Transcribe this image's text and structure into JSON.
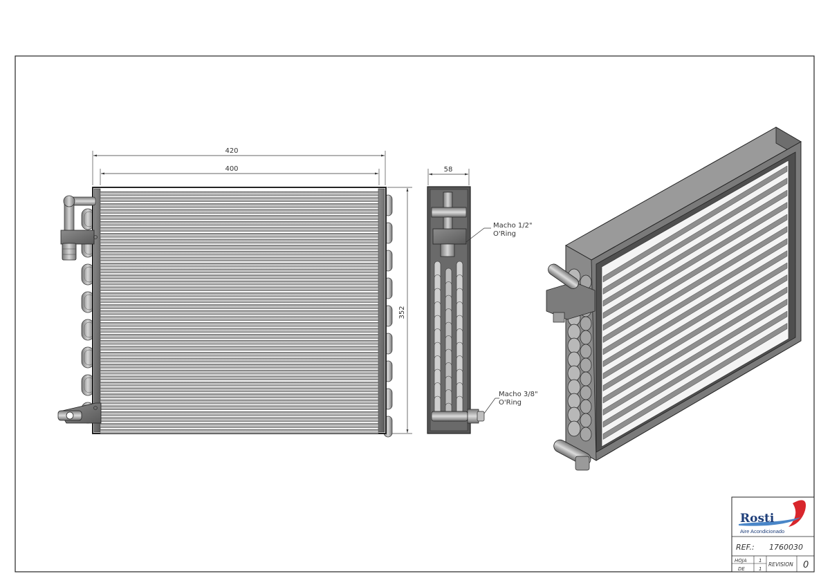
{
  "drawing": {
    "dimensions": {
      "overall_width": "420",
      "core_width": "400",
      "height": "352",
      "depth": "58"
    },
    "notes": {
      "upper_fitting_line1": "Macho 1/2\"",
      "upper_fitting_line2": "O'Ring",
      "lower_fitting_line1": "Macho 3/8\"",
      "lower_fitting_line2": "O'Ring"
    }
  },
  "title_block": {
    "brand": "Rosti",
    "tagline": "Aire Acondicionado",
    "ref_label": "REF.:",
    "ref_value": "1760030",
    "hoja_label": "HOJA",
    "hoja_value": "1",
    "de_label": "DE",
    "de_value": "1",
    "revision_label": "REVISION",
    "revision_value": "0",
    "colors": {
      "brand_blue": "#1f3f7a",
      "accent_red": "#d8262c",
      "wave_blue": "#4a86c8"
    }
  }
}
